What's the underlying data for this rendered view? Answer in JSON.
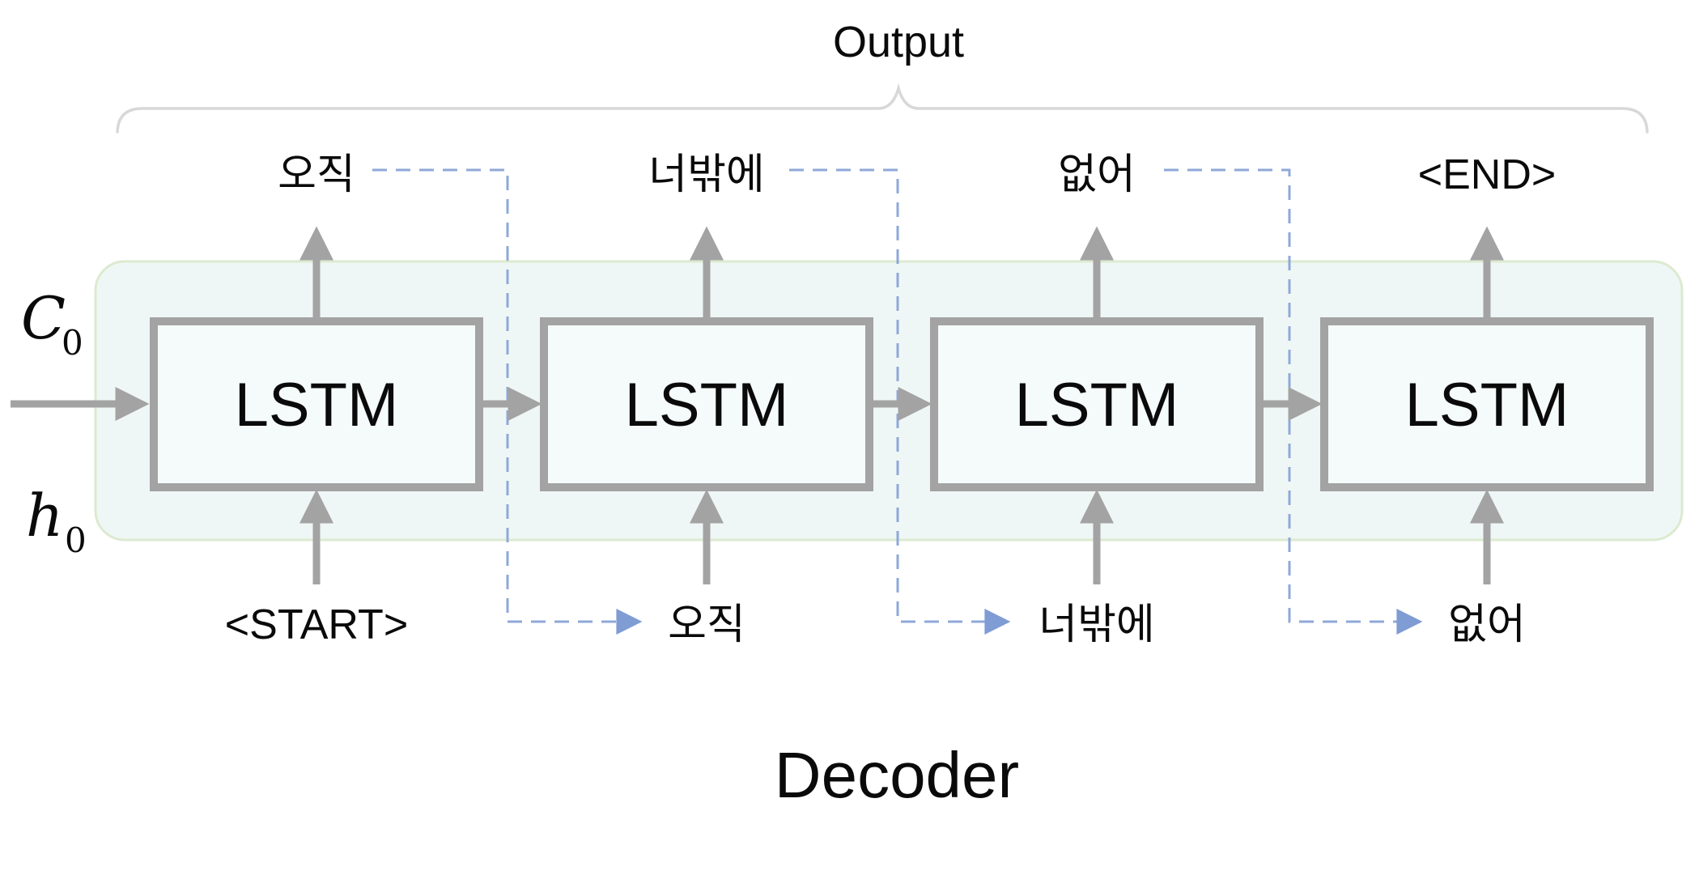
{
  "titles": {
    "output": "Output",
    "decoder": "Decoder"
  },
  "initial_state": {
    "cell": {
      "main": "C",
      "sub": "0"
    },
    "hidden": {
      "main": "h",
      "sub": "0"
    }
  },
  "cells": [
    {
      "name": "LSTM",
      "output_word": "오직",
      "input_word": "<START>"
    },
    {
      "name": "LSTM",
      "output_word": "너밖에",
      "input_word": "오직"
    },
    {
      "name": "LSTM",
      "output_word": "없어",
      "input_word": "너밖에"
    },
    {
      "name": "LSTM",
      "output_word": "<END>",
      "input_word": "없어"
    }
  ],
  "colors": {
    "container-fill": "#eff7f6",
    "container-border": "#dcead0",
    "box-fill": "#f5fbfa",
    "box-border": "#a3a3a3",
    "arrow-gray": "#a3a3a3",
    "feedback-blue": "#8fa8d8",
    "feedback-arrow-blue": "#7f9cd4",
    "brace-gray": "#d8d8d8",
    "text-black": "#0a0a0a"
  }
}
